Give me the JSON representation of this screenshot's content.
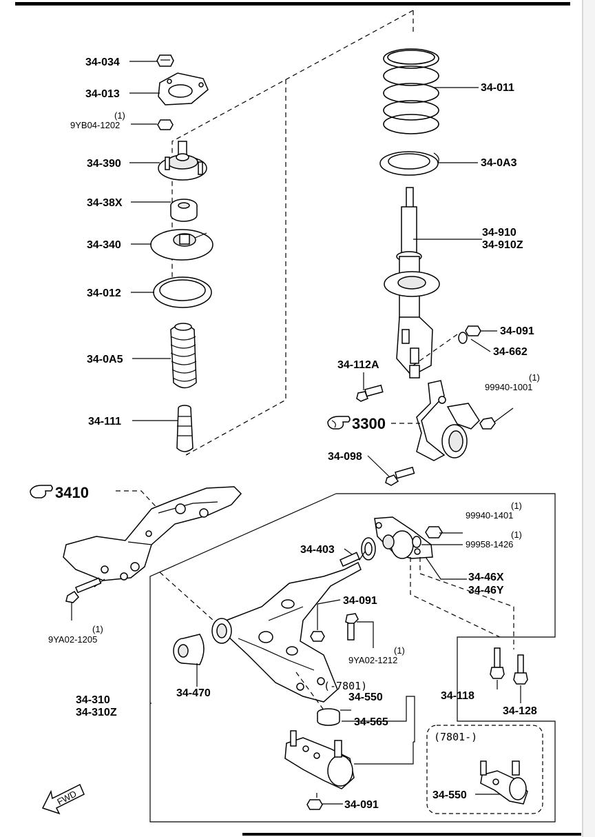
{
  "labels": {
    "p34_034": "34-034",
    "p34_013": "34-013",
    "q9yb04_1202": "(1)",
    "p9yb04_1202": "9YB04-1202",
    "p34_390": "34-390",
    "p34_38x": "34-38X",
    "p34_340": "34-340",
    "p34_012": "34-012",
    "p34_0a5": "34-0A5",
    "p34_111": "34-111",
    "p34_011": "34-011",
    "p34_0a3": "34-0A3",
    "p34_910": "34-910",
    "p34_910z": "34-910Z",
    "p34_091_a": "34-091",
    "p34_662": "34-662",
    "p34_112a": "34-112A",
    "q99940_1001": "(1)",
    "p99940_1001": "99940-1001",
    "ref3300": "3300",
    "p34_098": "34-098",
    "ref3410": "3410",
    "p34_403": "34-403",
    "q99940_1401": "(1)",
    "p99940_1401": "99940-1401",
    "q99958_1426": "(1)",
    "p99958_1426": "99958-1426",
    "p34_46x": "34-46X",
    "p34_46y": "34-46Y",
    "p34_091_b": "34-091",
    "q9ya02_1205": "(1)",
    "p9ya02_1205": "9YA02-1205",
    "q9ya02_1212": "(1)",
    "p9ya02_1212": "9YA02-1212",
    "p34_118": "34-118",
    "p34_128": "34-128",
    "p34_470": "34-470",
    "p34_310": "34-310",
    "p34_310z": "34-310Z",
    "serial_to": "(-7801)",
    "p34_550_a": "34-550",
    "p34_565": "34-565",
    "serial_from": "(7801-)",
    "p34_550_b": "34-550",
    "p34_091_c": "34-091",
    "fwd": "FWD"
  }
}
